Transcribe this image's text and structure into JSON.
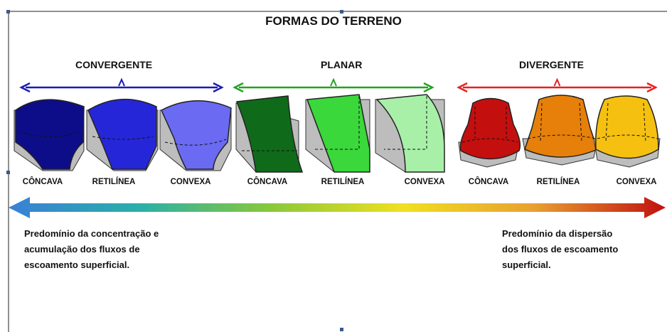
{
  "title": "FORMAS DO TERRENO",
  "groups": [
    {
      "name": "CONVERGENTE",
      "color": "#1c1cb4"
    },
    {
      "name": "PLANAR",
      "color": "#21a321"
    },
    {
      "name": "DIVERGENTE",
      "color": "#e62020"
    }
  ],
  "shape_labels": [
    "CÔNCAVA",
    "RETILÍNEA",
    "CONVEXA",
    "CÔNCAVA",
    "RETILÍNEA",
    "CONVEXA",
    "CÔNCAVA",
    "RETILÍNEA",
    "CONVEXA"
  ],
  "shape_colors": [
    "#0d0d8a",
    "#2626d9",
    "#6a6af2",
    "#0f6b1a",
    "#3ad83a",
    "#a8f0a8",
    "#c40f0f",
    "#e6800a",
    "#f5c010"
  ],
  "gradient_colors": [
    "#3a7fd8",
    "#2ab0a8",
    "#8ac83a",
    "#f0e020",
    "#e8a030",
    "#c01010"
  ],
  "left_text": [
    "Predomínio da concentração e",
    "acumulação  dos fluxos de",
    "escoamento superficial."
  ],
  "right_text": [
    "Predomínio  da  dispersão",
    "dos fluxos de escoamento",
    "superficial."
  ]
}
